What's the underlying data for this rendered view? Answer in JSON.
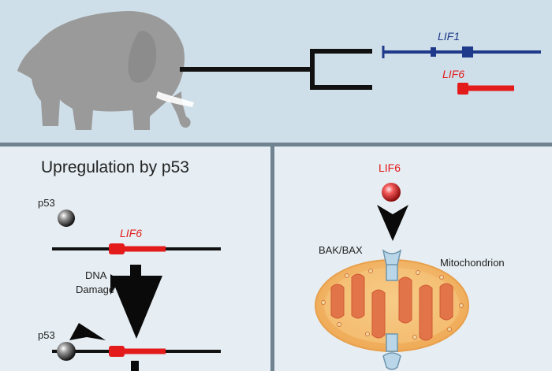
{
  "top": {
    "gene1": "LIF1",
    "gene2": "LIF6",
    "colors": {
      "lif1": "#1f3a8a",
      "lif6": "#e31b1b",
      "elephant": "#9a9a9a",
      "tree": "#111111"
    }
  },
  "left_panel": {
    "title": "Upregulation by p53",
    "p53_label_1": "p53",
    "gene_label": "LIF6",
    "damage_line1": "DNA",
    "damage_line2": "Damage",
    "p53_label_2": "p53"
  },
  "right_panel": {
    "gene_label": "LIF6",
    "bak_label": "BAK/BAX",
    "mito_label": "Mitochondrion",
    "colors": {
      "mito_fill": "#f2bd6f",
      "mito_cristae": "#e2744a",
      "channel": "#b9d7e8"
    }
  }
}
